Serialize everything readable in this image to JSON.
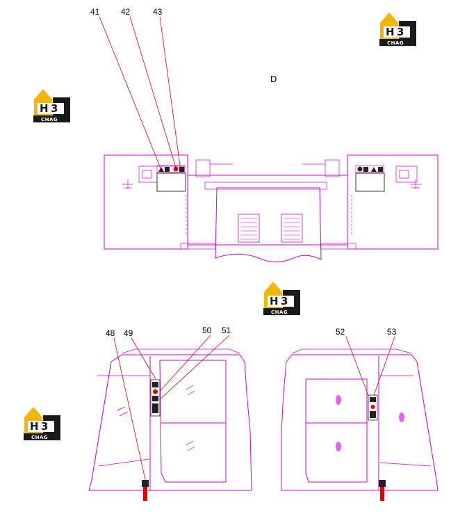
{
  "view_label": "D",
  "callouts": [
    "41",
    "42",
    "43",
    "48",
    "49",
    "50",
    "51",
    "52",
    "53"
  ],
  "logo": {
    "text": "CHAG",
    "colors": {
      "gold": "#f2b705",
      "dark": "#1a1a1a",
      "white": "#ffffff"
    }
  },
  "colors": {
    "drawing": "#d400d4",
    "leader": "#e00000",
    "text": "#000000"
  }
}
